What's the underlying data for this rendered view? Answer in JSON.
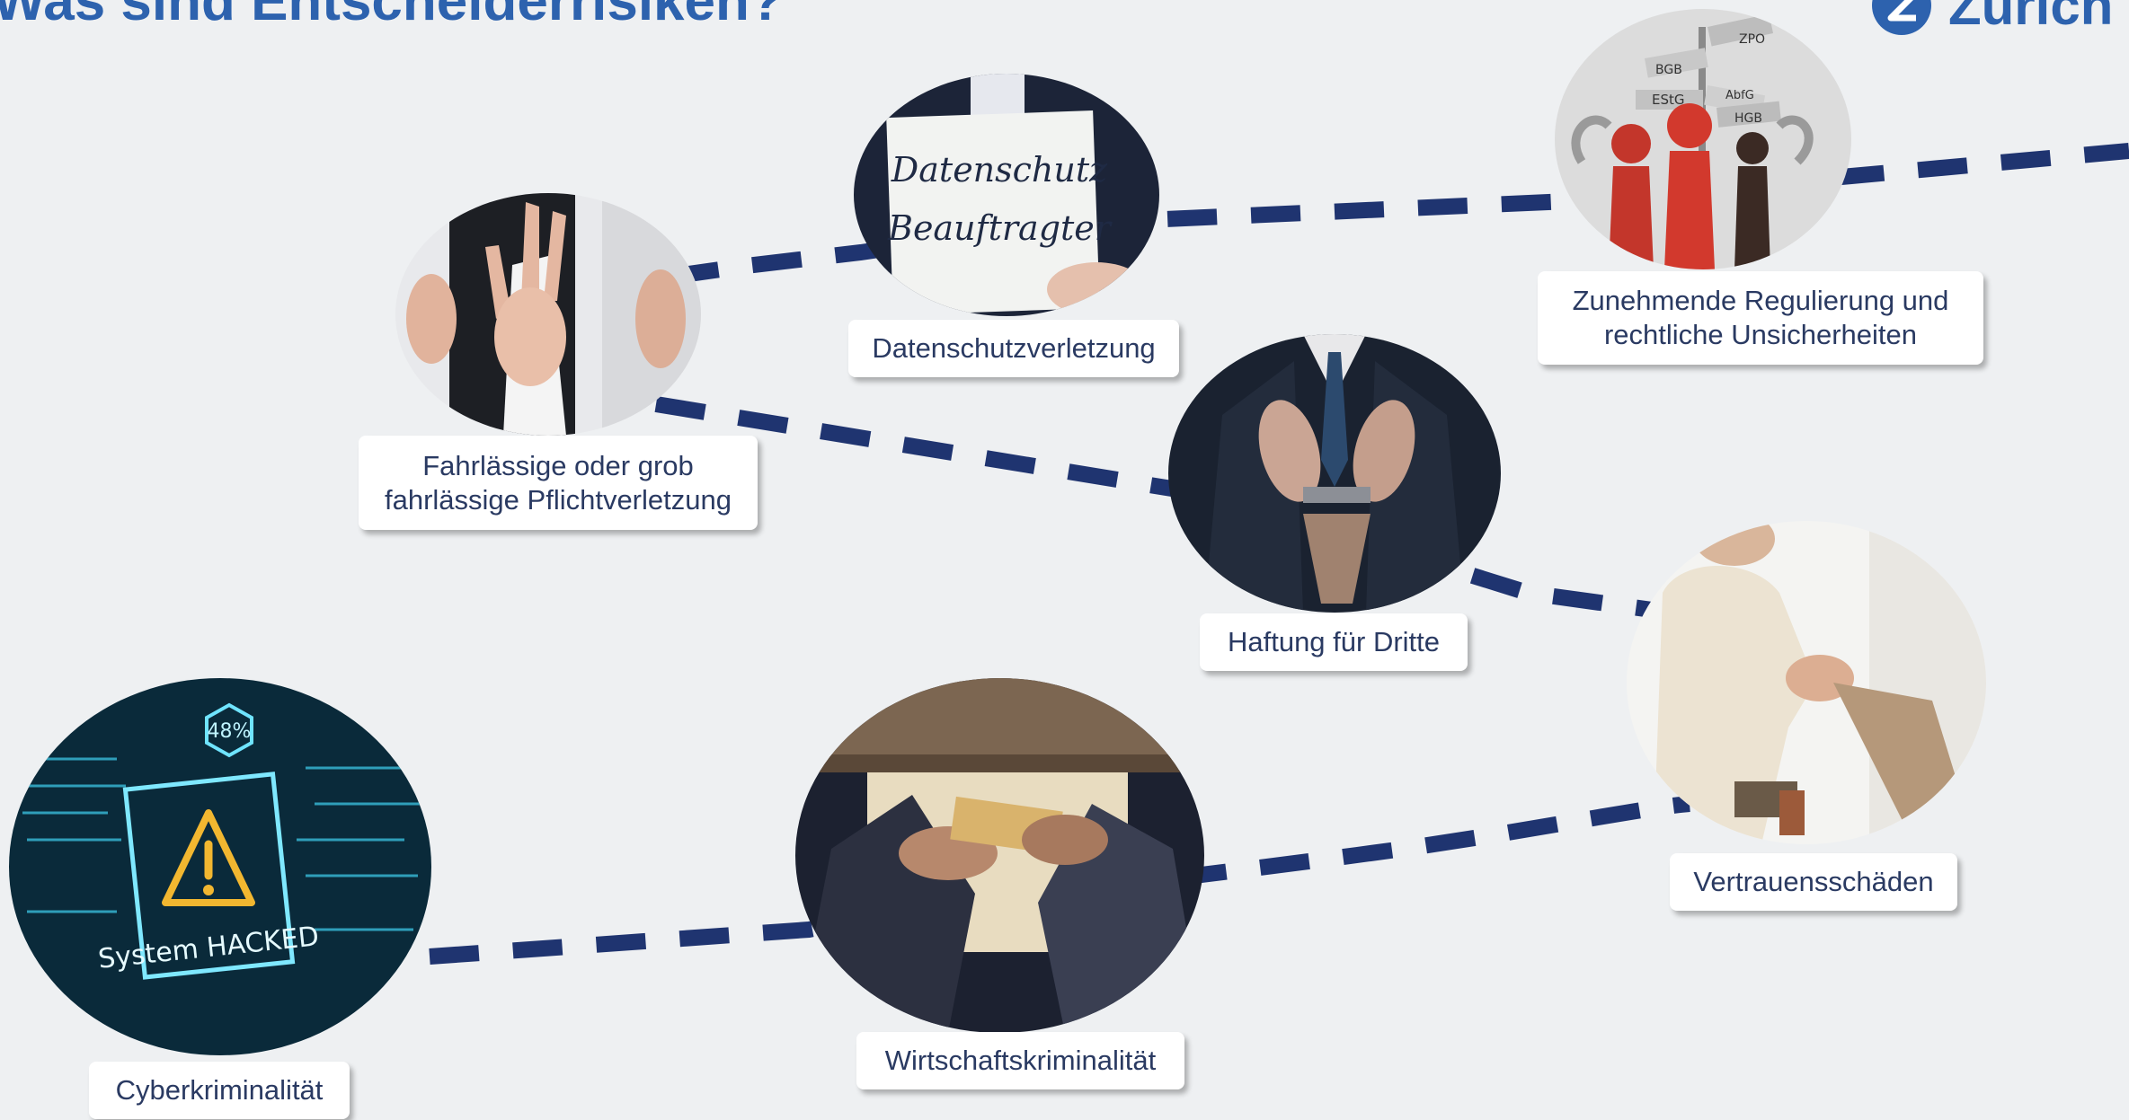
{
  "slide": {
    "title": "Was sind Entscheiderrisiken?",
    "logo_text": "Zurich",
    "accent_color": "#2d62ae",
    "path_color": "#1f3470",
    "background": "#eef0f2"
  },
  "risks": [
    {
      "id": "pflichtverletzung",
      "label_lines": [
        "Fahrlässige oder grob",
        "fahrlässige Pflichtverletzung"
      ],
      "image": "hands-refusing-photo"
    },
    {
      "id": "datenschutz",
      "label_lines": [
        "Datenschutzverletzung"
      ],
      "image": "datenschutz-sign-photo",
      "sign_lines": [
        "Datenschutz",
        "Beauftragter"
      ]
    },
    {
      "id": "regulierung",
      "label_lines": [
        "Zunehmende Regulierung und",
        "rechtliche Unsicherheiten"
      ],
      "image": "law-signpost-photo",
      "sign_words": [
        "ZPO",
        "BGB",
        "AbfG",
        "EStG",
        "HGB"
      ]
    },
    {
      "id": "haftung",
      "label_lines": [
        "Haftung für Dritte"
      ],
      "image": "handcuffed-wrists-photo"
    },
    {
      "id": "vertrauen",
      "label_lines": [
        "Vertrauensschäden"
      ],
      "image": "handshake-photo"
    },
    {
      "id": "cyber",
      "label_lines": [
        "Cyberkriminalität"
      ],
      "image": "system-hacked-photo",
      "screen_text": "System HACKED",
      "hud_value": "48%"
    },
    {
      "id": "wirtschaft",
      "label_lines": [
        "Wirtschaftskriminalität"
      ],
      "image": "bribe-envelope-photo"
    }
  ]
}
